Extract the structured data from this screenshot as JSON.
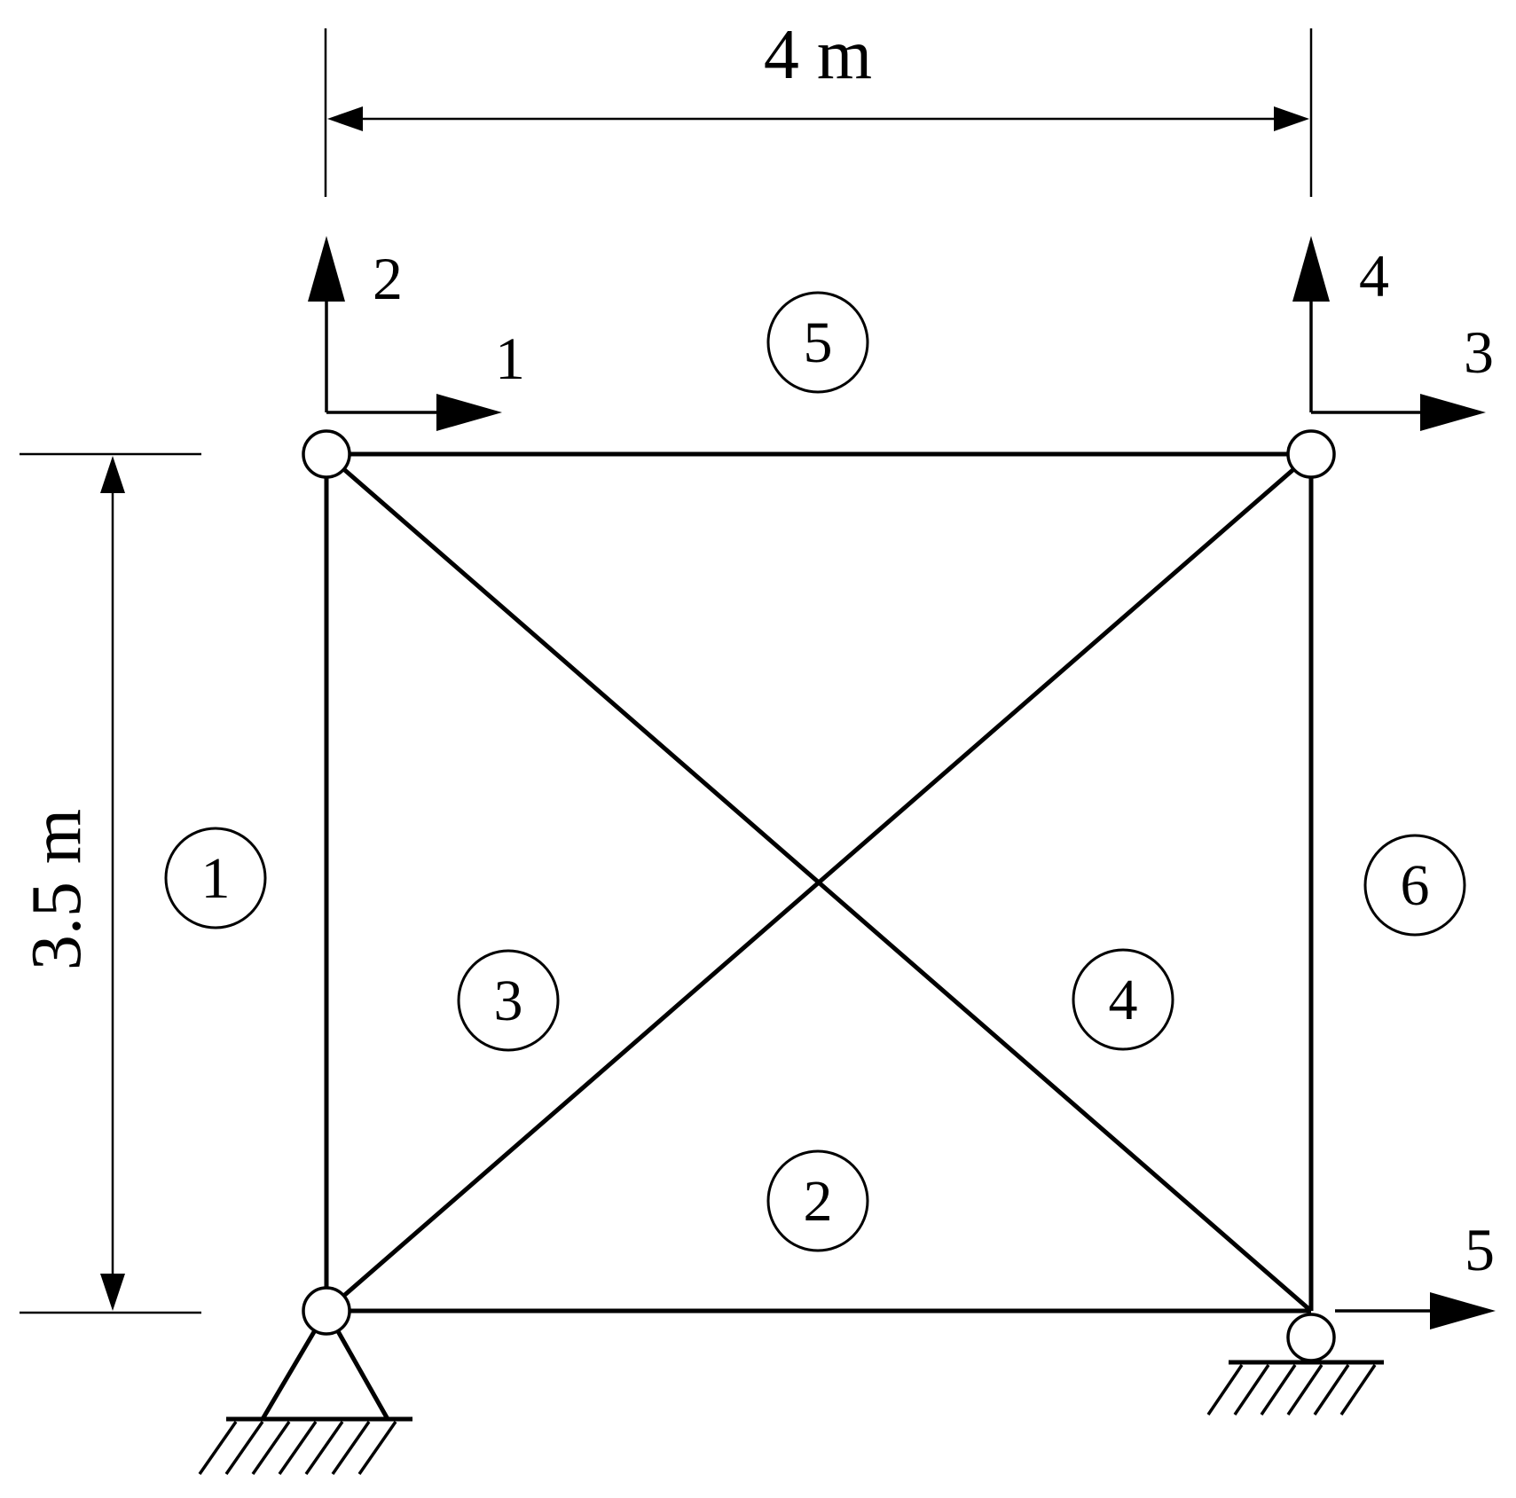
{
  "dimensions": {
    "width_label": "4 m",
    "height_label": "3.5 m"
  },
  "dof_labels": [
    "1",
    "2",
    "3",
    "4",
    "5"
  ],
  "element_labels": [
    "1",
    "2",
    "3",
    "4",
    "5",
    "6"
  ]
}
